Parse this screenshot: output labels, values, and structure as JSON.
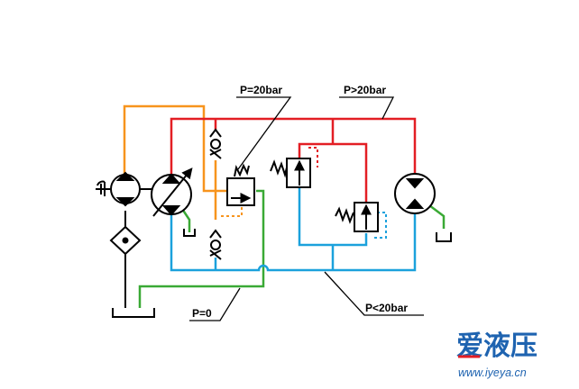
{
  "labels": {
    "p_20bar": "P=20bar",
    "p_gt_20bar": "P>20bar",
    "p_zero": "P=0",
    "p_lt_20bar": "P<20bar"
  },
  "watermark": {
    "logo_text": "爱液压",
    "url": "www.iyeya.cn"
  },
  "colors": {
    "high_pressure_red": "#e31e24",
    "return_blue": "#1ba1dc",
    "pilot_orange": "#f7941d",
    "drain_green": "#3aa935",
    "symbol_black": "#000000",
    "watermark_blue": "#1e63b0"
  }
}
